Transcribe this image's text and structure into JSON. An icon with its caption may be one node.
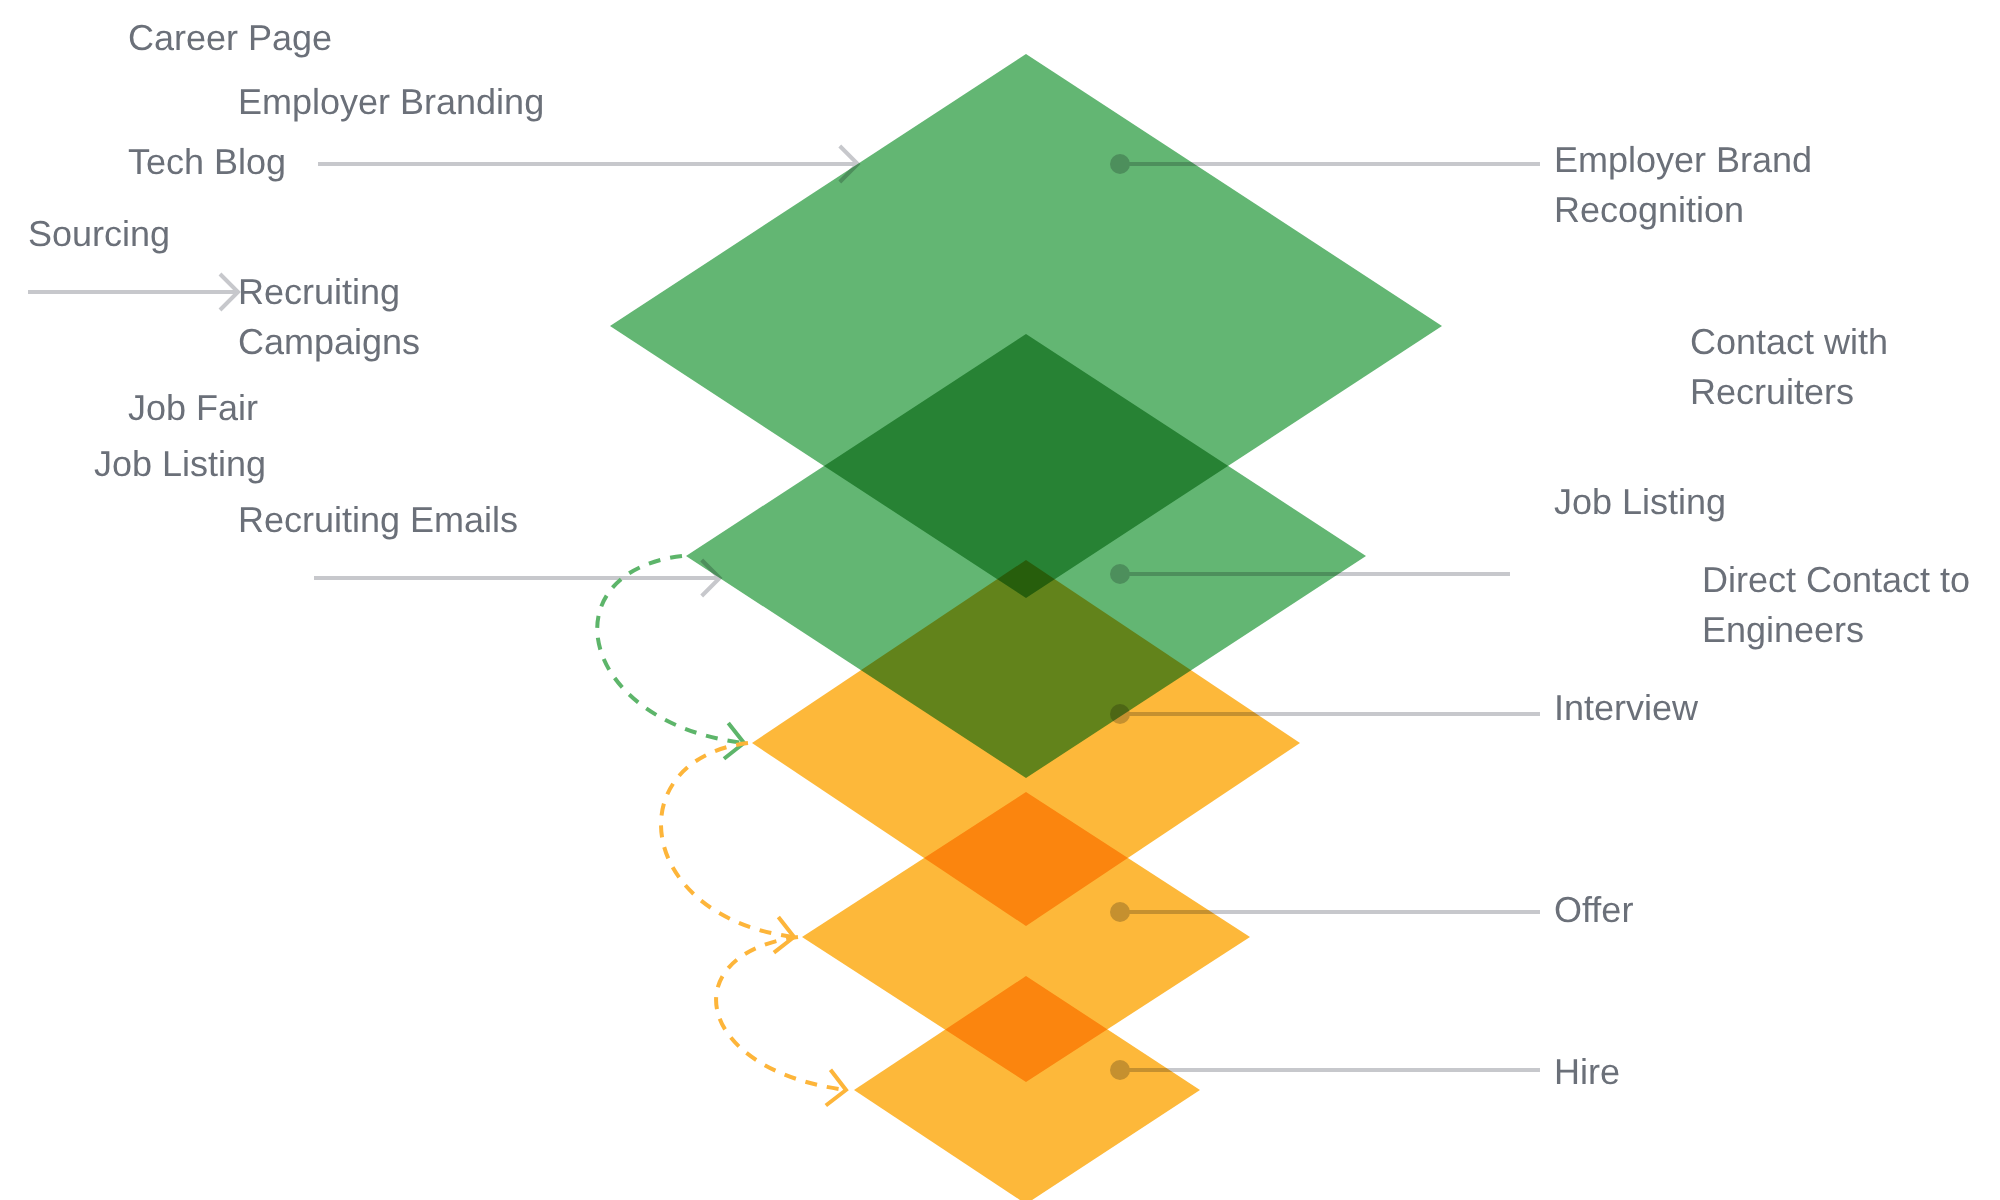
{
  "diagram": {
    "nodes": [
      {
        "text": [
          "Tech Blog"
        ]
      },
      {
        "text": [
          "Recruiting Campaigns"
        ]
      },
      {
        "text": [],
        "shape": "diamond"
      },
      {
        "text": [],
        "shape": "diamond"
      },
      {
        "text": [],
        "shape": "diamond"
      },
      {
        "text": [],
        "shape": "diamond"
      },
      {
        "text": [],
        "shape": "diamond"
      },
      {
        "text": [
          "Employer Brand Recognition"
        ]
      },
      {
        "text": [
          "Interview"
        ]
      },
      {
        "text": [
          "Offer"
        ]
      },
      {
        "text": [
          "Hire"
        ]
      }
    ],
    "edges": [
      {
        "from": 0,
        "to": 2,
        "arrow": "to"
      },
      {
        "from": null,
        "to": 1,
        "arrow": "to"
      },
      {
        "from": null,
        "to": 3,
        "arrow": "to"
      },
      {
        "from": 3,
        "to": 4,
        "arrow": "to",
        "style": "dashed",
        "color": "#5db56a"
      },
      {
        "from": 4,
        "to": 5,
        "arrow": "to",
        "style": "dashed",
        "color": "#fdb53a"
      },
      {
        "from": 5,
        "to": 6,
        "arrow": "to",
        "style": "dashed",
        "color": "#fdb53a"
      },
      {
        "from": 7,
        "to": 2,
        "arrow": "other"
      },
      {
        "from": null,
        "to": 3,
        "arrow": "other"
      },
      {
        "from": 8,
        "to": 4,
        "arrow": "other"
      },
      {
        "from": 9,
        "to": 5,
        "arrow": "other"
      },
      {
        "from": 10,
        "to": 6,
        "arrow": "other"
      }
    ],
    "labels": [
      "Career Page",
      "Employer Branding",
      "Sourcing",
      "Job Fair",
      "Job Listing",
      "Recruiting Emails",
      "Contact with Recruiters",
      "Job Listing",
      "Direct Contact to Engineers"
    ]
  }
}
